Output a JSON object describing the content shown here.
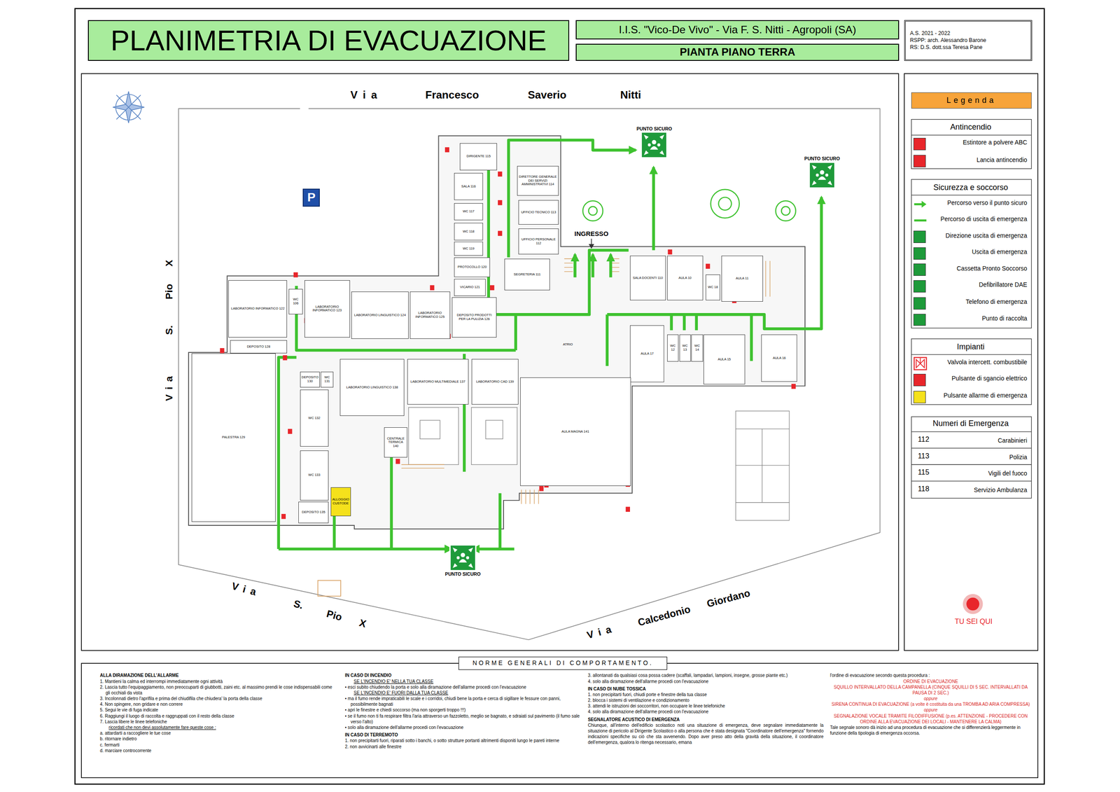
{
  "diagram": {
    "title": "PLANIMETRIA DI EVACUAZIONE",
    "nodes": [
      {
        "text": [
          "PLANIMETRIA DI EVACUAZIONE"
        ]
      },
      {
        "text": [
          "I.I.S. \"Vico-De Vivo\" - Via F. S. Nitti - Agropoli (SA)"
        ]
      },
      {
        "text": [
          "PIANTA PIANO TERRA"
        ]
      },
      {
        "text": [
          "A.S. 2021 - 2022",
          "RSPP: arch. Alessandro Barone",
          "RS: D.S. dott.ssa Teresa Pane"
        ]
      },
      {
        "text": [
          "Legenda"
        ]
      },
      {
        "text": [
          "P"
        ]
      },
      {
        "text": [
          "PUNTO SICURO"
        ]
      },
      {
        "text": [
          "PUNTO SICURO"
        ]
      },
      {
        "text": [
          "PUNTO SICURO"
        ]
      },
      {
        "text": [
          "NORME GENERALI DI COMPORTAMENTO."
        ]
      },
      {
        "text": [
          "DIRIGENTE 115"
        ]
      },
      {
        "text": [
          "SALA 116"
        ]
      },
      {
        "text": [
          "DIRETTORE GENERALE DEI SERVIZI AMMINISTRATIVI 114"
        ]
      },
      {
        "text": [
          "WC 117"
        ]
      },
      {
        "text": [
          "WC 118"
        ]
      },
      {
        "text": [
          "WC 119"
        ]
      },
      {
        "text": [
          "PROTOCOLLO 120"
        ]
      },
      {
        "text": [
          "VICARIO 121"
        ]
      },
      {
        "text": [
          "UFFICIO TECNICO 113"
        ]
      },
      {
        "text": [
          "UFFICIO PERSONALE 112"
        ]
      },
      {
        "text": [
          "SEGRETERIA 111"
        ]
      },
      {
        "text": [
          "SALA DOCENTI 110"
        ]
      },
      {
        "text": [
          "AULA 10"
        ]
      },
      {
        "text": [
          "WC 18"
        ]
      },
      {
        "text": [
          "AULA 11"
        ]
      },
      {
        "text": [
          "AULA 17"
        ]
      },
      {
        "text": [
          "WC 12"
        ]
      },
      {
        "text": [
          "WC 13"
        ]
      },
      {
        "text": [
          "WC 14"
        ]
      },
      {
        "text": [
          "AULA 15"
        ]
      },
      {
        "text": [
          "AULA 16"
        ]
      },
      {
        "text": [
          "LABORATORIO INFORMATICO 122"
        ]
      },
      {
        "text": [
          "WC 106"
        ]
      },
      {
        "text": [
          "LABORATORIO INFORMATICO 123"
        ]
      },
      {
        "text": [
          "LABORATORIO LINGUISTICO 124"
        ]
      },
      {
        "text": [
          "LABORATORIO INFORMATICO 125"
        ]
      },
      {
        "text": [
          "DEPOSITO PRODOTTI PER LA PULIZIA 126"
        ]
      },
      {
        "text": [
          "DEPOSITO 128"
        ]
      },
      {
        "text": [
          "PALESTRA 129"
        ]
      },
      {
        "text": [
          "DEPOSITO 130"
        ]
      },
      {
        "text": [
          "WC 131"
        ]
      },
      {
        "text": [
          "WC 132"
        ]
      },
      {
        "text": [
          "WC 133"
        ]
      },
      {
        "text": [
          "DEPOSITO 135"
        ]
      },
      {
        "text": [
          "ALLOGGIO CUSTODE"
        ]
      },
      {
        "text": [
          "LABORATORIO LINGUISTICO 138"
        ]
      },
      {
        "text": [
          "LABORATORIO MULTIMEDIALE 137"
        ]
      },
      {
        "text": [
          "LABORATORIO CAD 139"
        ]
      },
      {
        "text": [
          "CENTRALE TERMICA 140"
        ]
      },
      {
        "text": [
          "AULA MAGNA 141"
        ]
      }
    ],
    "labels": [
      "Via",
      "Francesco",
      "Saverio",
      "Nitti",
      "Via",
      "S.",
      "Pio",
      "X",
      "Via",
      "S.",
      "Pio",
      "X",
      "Via",
      "Calcedonio",
      "Giordano",
      "INGRESSO",
      "ATRIO",
      "TU SEI QUI",
      "Antincendio",
      "Sicurezza e soccorso",
      "Impianti",
      "Numeri di Emergenza",
      "112",
      "Carabinieri",
      "113",
      "Polizia",
      "115",
      "Vigili del fuoco",
      "118",
      "Servizio Ambulanza",
      "ALLA DIRAMAZIONE DELL'ALLARME",
      "1. Mantieni la calma ed interrompi immediatamente ogni attività",
      "2. Lascia tutto l'equipaggiamento, non preoccuparti di giubbotti, zaini etc. al massimo prendi le cose indispensabili come gli occhiali da vista",
      "3. Incolonnati dietro l'aprifila e prima del chiudifila che chiudera' la porta della classe",
      "4. Non spingere, non gridare e non correre",
      "5. Segui le vie di fuga indicate",
      "6. Raggiungi il luogo di raccolta e raggruppati con il resto della classe",
      "7. Lascia libere le linee telefoniche",
      "ricordati che non devi assolutamente fare queste cose :",
      "a. attardarti a raccogliere le tue cose",
      "b. ritornare indietro",
      "c. fermarti",
      "d. marciare controcorrente",
      "IN CASO DI INCENDIO",
      "SE L'INCENDIO E' NELLA TUA CLASSE",
      "• esci subito chiudendo la porta e solo alla diramazione dell'allarme procedi con l'evacuazione",
      "SE L'INCENDIO E' FUORI DALLA TUA CLASSE",
      "• ma il fumo rende impraticabili le scale e i corridoi, chiudi bene la porta e cerca di sigillare le fessure con panni, possibilmente bagnati",
      "• apri le finestre e chiedi soccorso (ma non sporgerti troppo !!!)",
      "• se il fumo non ti fa respirare filtra l'aria attraverso un fazzoletto, meglio se bagnato, e sdraiati sul pavimento (il fumo sale verso l'alto)",
      "• solo alla diramazione dell'allarme procedi con l'evacuazione",
      "IN CASO DI TERREMOTO",
      "1. non precipitarti fuori, riparati sotto i banchi, o sotto strutture portanti altrimenti disponiti lungo le pareti interne",
      "2. non avvicinarti alle finestre",
      "3. allontanati da qualsiasi cosa possa cadere (scaffali, lampadari, lampioni, insegne, grosse piante etc.)",
      "4. solo alla diramazione dell'allarme procedi con l'evacuazione",
      "IN CASO DI NUBE TOSSICA",
      "1. non precipitarti fuori, chiudi porte e finestre della tua classe",
      "2. blocca i sistemi di ventilazione e condizionamento",
      "3. attendi le istruzioni dei soccorritori, non occupare le linee telefoniche",
      "4. solo alla diramazione dell'allarme procedi con l'evacuazione",
      "SEGNALATORE ACUSTICO DI EMERGENZA",
      "Chiunque, all'interno dell'edificio scolastico noti una situazione di emergenza, deve segnalare immediatamente la situazione di pericolo al Dirigente Scolastico o alla persona che è stata designata \"Coordinatore dell'emergenza\" fornendo indicazioni specifiche su ciò che sta avvenendo. Dopo aver preso atto della gravità della situazione, il coordinatore dell'emergenza, qualora lo ritenga necessario, emana",
      "l'ordine di evacuazione secondo questa procedura :",
      "ORDINE DI EVACUAZIONE",
      "SQUILLO INTERVALLATO DELLA CAMPANELLA (CINQUE SQUILLI DI 5 SEC. INTERVALLATI DA PAUSA DI 2 SEC.)",
      "oppure",
      "SIRENA CONTINUA DI EVACUAZIONE (a volte è costituita da una TROMBA AD ARIA COMPRESSA)",
      "oppure",
      "SEGNALAZIONE VOCALE TRAMITE FILODIFFUSIONE (p.es. ATTENZIONE - PROCEDERE CON ORDINE ALLA EVACUAZIONE DEI LOCALI - MANTENERE LA CALMA)",
      "Tale segnale sonoro dà inizio ad una procedura di evacuazione che si differenzierà leggermente in funzione della tipologia di emergenza occorsa."
    ],
    "legend": [
      {
        "text": "Estintore a polvere ABC",
        "color": "#e8262b"
      },
      {
        "text": "Lancia antincendio",
        "color": "#e8262b"
      },
      {
        "text": "Percorso verso il punto sicuro"
      },
      {
        "text": "Percorso di uscita di emergenza"
      },
      {
        "text": "Direzione uscita di emergenza",
        "color": "#1e9a3a"
      },
      {
        "text": "Uscita di emergenza",
        "color": "#1e9a3a"
      },
      {
        "text": "Cassetta Pronto Soccorso",
        "color": "#1e9a3a"
      },
      {
        "text": "Defibrillatore DAE",
        "color": "#1e9a3a"
      },
      {
        "text": "Telefono di emergenza",
        "color": "#1e9a3a"
      },
      {
        "text": "Punto di raccolta",
        "color": "#1e9a3a"
      },
      {
        "text": "Valvola intercett. combustibile"
      },
      {
        "text": "Pulsante di sgancio elettrico",
        "color": "#e8262b"
      },
      {
        "text": "Pulsante allarme di emergenza",
        "color": "#f5e11c"
      }
    ]
  }
}
